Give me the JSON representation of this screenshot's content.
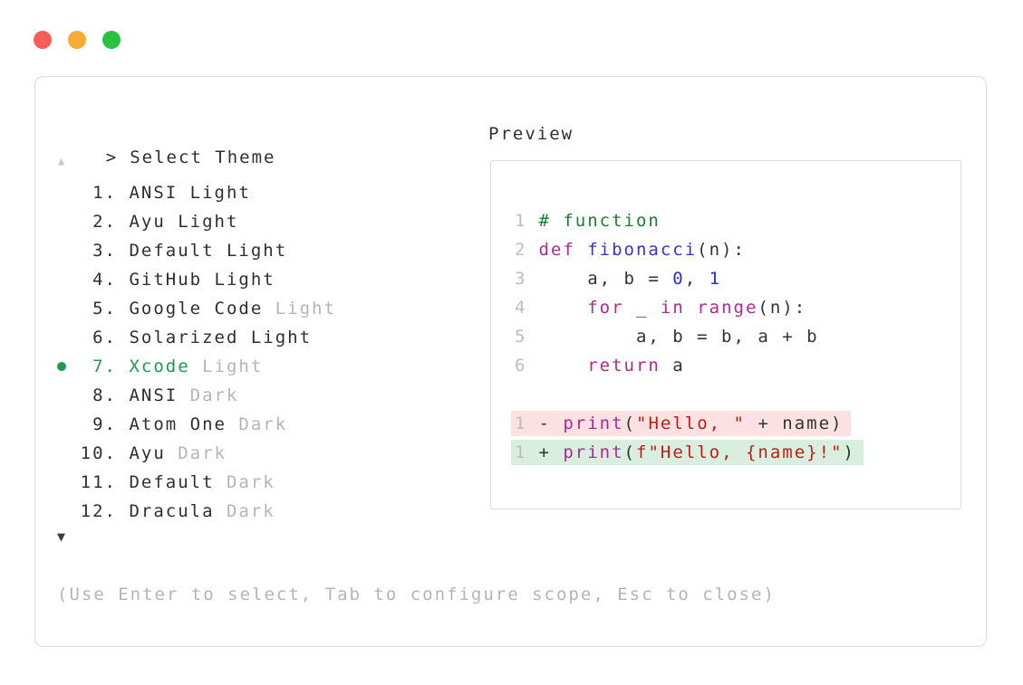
{
  "window": {
    "controls": [
      {
        "icon": "close-circle",
        "label": "close"
      },
      {
        "icon": "minimize-circle",
        "label": "minimize"
      },
      {
        "icon": "zoom-circle",
        "label": "zoom"
      }
    ]
  },
  "theme_picker": {
    "prompt": ">",
    "title": "Select Theme",
    "scroll_up_indicator": "▲",
    "scroll_down_indicator": "▼",
    "items": [
      {
        "num": "1.",
        "name": "ANSI",
        "variant": "Light",
        "muted": false,
        "selected": false
      },
      {
        "num": "2.",
        "name": "Ayu",
        "variant": "Light",
        "muted": false,
        "selected": false
      },
      {
        "num": "3.",
        "name": "Default",
        "variant": "Light",
        "muted": false,
        "selected": false
      },
      {
        "num": "4.",
        "name": "GitHub",
        "variant": "Light",
        "muted": false,
        "selected": false
      },
      {
        "num": "5.",
        "name": "Google Code",
        "variant": "Light",
        "muted": true,
        "selected": false
      },
      {
        "num": "6.",
        "name": "Solarized",
        "variant": "Light",
        "muted": false,
        "selected": false
      },
      {
        "num": "7.",
        "name": "Xcode",
        "variant": "Light",
        "muted": true,
        "selected": true
      },
      {
        "num": "8.",
        "name": "ANSI",
        "variant": "Dark",
        "muted": true,
        "selected": false
      },
      {
        "num": "9.",
        "name": "Atom One",
        "variant": "Dark",
        "muted": true,
        "selected": false
      },
      {
        "num": "10.",
        "name": "Ayu",
        "variant": "Dark",
        "muted": true,
        "selected": false
      },
      {
        "num": "11.",
        "name": "Default",
        "variant": "Dark",
        "muted": true,
        "selected": false
      },
      {
        "num": "12.",
        "name": "Dracula",
        "variant": "Dark",
        "muted": true,
        "selected": false
      }
    ],
    "hint": "(Use Enter to select, Tab to configure scope, Esc to close)"
  },
  "preview": {
    "title": "Preview",
    "lines": [
      {
        "num": "1",
        "tokens": [
          {
            "x": "# function",
            "t": "comment"
          }
        ]
      },
      {
        "num": "2",
        "tokens": [
          {
            "x": "def ",
            "t": "keyword"
          },
          {
            "x": "fibonacci",
            "t": "func"
          },
          {
            "x": "(n):",
            "t": "plain"
          }
        ]
      },
      {
        "num": "3",
        "tokens": [
          {
            "x": "    a, b = ",
            "t": "plain"
          },
          {
            "x": "0",
            "t": "num"
          },
          {
            "x": ", ",
            "t": "plain"
          },
          {
            "x": "1",
            "t": "num"
          }
        ]
      },
      {
        "num": "4",
        "tokens": [
          {
            "x": "    ",
            "t": "plain"
          },
          {
            "x": "for",
            "t": "keyword"
          },
          {
            "x": " _ ",
            "t": "plain"
          },
          {
            "x": "in",
            "t": "keyword"
          },
          {
            "x": " ",
            "t": "plain"
          },
          {
            "x": "range",
            "t": "keyword"
          },
          {
            "x": "(n):",
            "t": "plain"
          }
        ]
      },
      {
        "num": "5",
        "tokens": [
          {
            "x": "        a, b = b, a + b",
            "t": "plain"
          }
        ]
      },
      {
        "num": "6",
        "tokens": [
          {
            "x": "    ",
            "t": "plain"
          },
          {
            "x": "return",
            "t": "keyword"
          },
          {
            "x": " a",
            "t": "plain"
          }
        ]
      },
      {
        "blank": true
      },
      {
        "num": "1",
        "diff": "removed",
        "tokens": [
          {
            "x": "- ",
            "t": "plain"
          },
          {
            "x": "print",
            "t": "keyword"
          },
          {
            "x": "(",
            "t": "plain"
          },
          {
            "x": "\"Hello, \"",
            "t": "str"
          },
          {
            "x": " + name)",
            "t": "plain"
          }
        ]
      },
      {
        "num": "1",
        "diff": "added",
        "tokens": [
          {
            "x": "+ ",
            "t": "plain"
          },
          {
            "x": "print",
            "t": "keyword"
          },
          {
            "x": "(",
            "t": "plain"
          },
          {
            "x": "f\"Hello, {name}!\"",
            "t": "str"
          },
          {
            "x": ")",
            "t": "plain"
          }
        ]
      }
    ]
  },
  "colors": {
    "text": "#2f2f2f",
    "muted": "#b5b5b5",
    "arrow_muted": "#c7c7c7",
    "accent_green": "#1d9b4e",
    "panel_border": "#dcdcdc",
    "code_text": "#333333",
    "comment": "#1e7d32",
    "keyword": "#b02a8e",
    "function": "#3d33c2",
    "number": "#2430d4",
    "string": "#c41a16",
    "line_number": "#bdbdbd",
    "diff_removed_bg": "#fbe1e1",
    "diff_added_bg": "#d8efe0",
    "traffic_red": "#f85e57",
    "traffic_yellow": "#f6ab33",
    "traffic_green": "#28c23f"
  }
}
